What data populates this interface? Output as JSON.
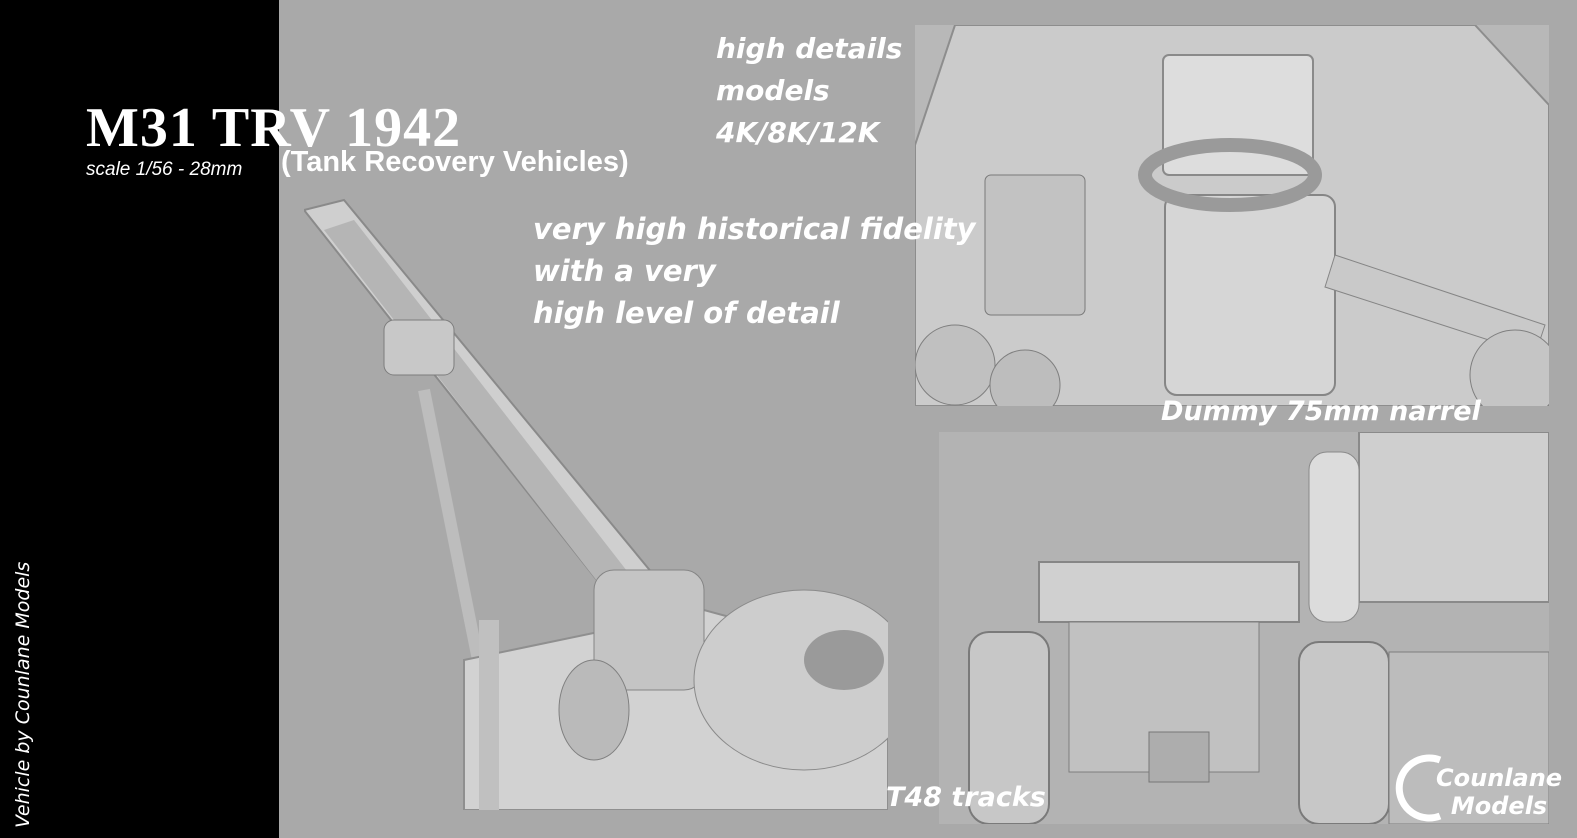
{
  "sidebar": {
    "credit": "Vehicle by Counlane Models"
  },
  "header": {
    "title": "M31 TRV 1942",
    "scale": "scale 1/56 - 28mm",
    "subtitle": "(Tank Recovery Vehicles)"
  },
  "notes": {
    "details": [
      "high details",
      "models",
      "4K/8K/12K"
    ],
    "fidelity": [
      "very high historical fidelity",
      "with a very",
      "high level of detail"
    ],
    "barrel": "Dummy 75mm narrel",
    "tracks": "T48 tracks"
  },
  "logo": {
    "line1": "Counlane",
    "line2": "Models"
  },
  "colors": {
    "background": "#a9a9a9",
    "sidebar": "#000000",
    "text": "#ffffff"
  }
}
